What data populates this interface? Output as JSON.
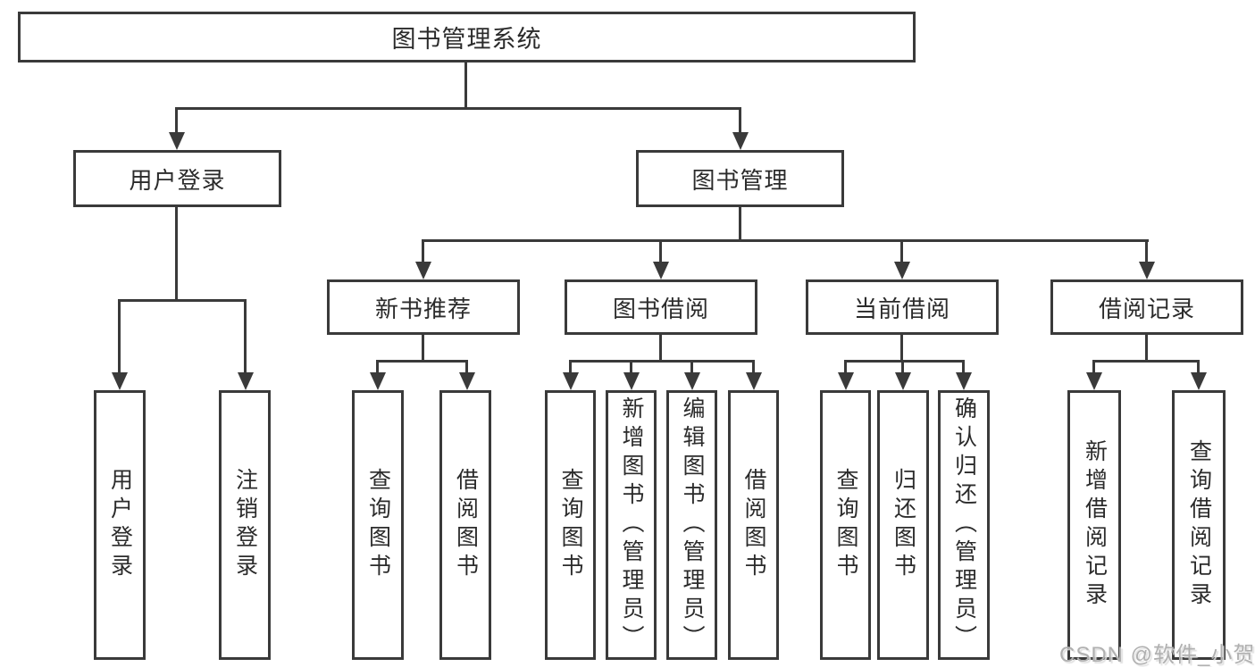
{
  "diagram": {
    "root": "图书管理系统",
    "level2": {
      "user_login": "用户登录",
      "book_management": "图书管理"
    },
    "level3": {
      "new_book_recommend": "新书推荐",
      "book_borrow": "图书借阅",
      "current_borrow": "当前借阅",
      "borrow_records": "借阅记录"
    },
    "leaves": {
      "user_login": "用户登录",
      "logout": "注销登录",
      "nb_query_books": "查询图书",
      "nb_borrow_books": "借阅图书",
      "bb_query_books": "查询图书",
      "bb_add_books": "新增图书（管理员）",
      "bb_edit_books": "编辑图书（管理员）",
      "bb_borrow_books": "借阅图书",
      "cb_query_books": "查询图书",
      "cb_return_books": "归还图书",
      "cb_confirm_return": "确认归还（管理员）",
      "br_add_record": "新增借阅记录",
      "br_query_record": "查询借阅记录"
    }
  },
  "watermark": "CSDN @软件_小贺同学",
  "colors": {
    "line": "#3a3a3a",
    "border": "#3a3a3a",
    "text": "#2b2b2b",
    "watermark": "#b0b0b0",
    "background": "#ffffff"
  }
}
